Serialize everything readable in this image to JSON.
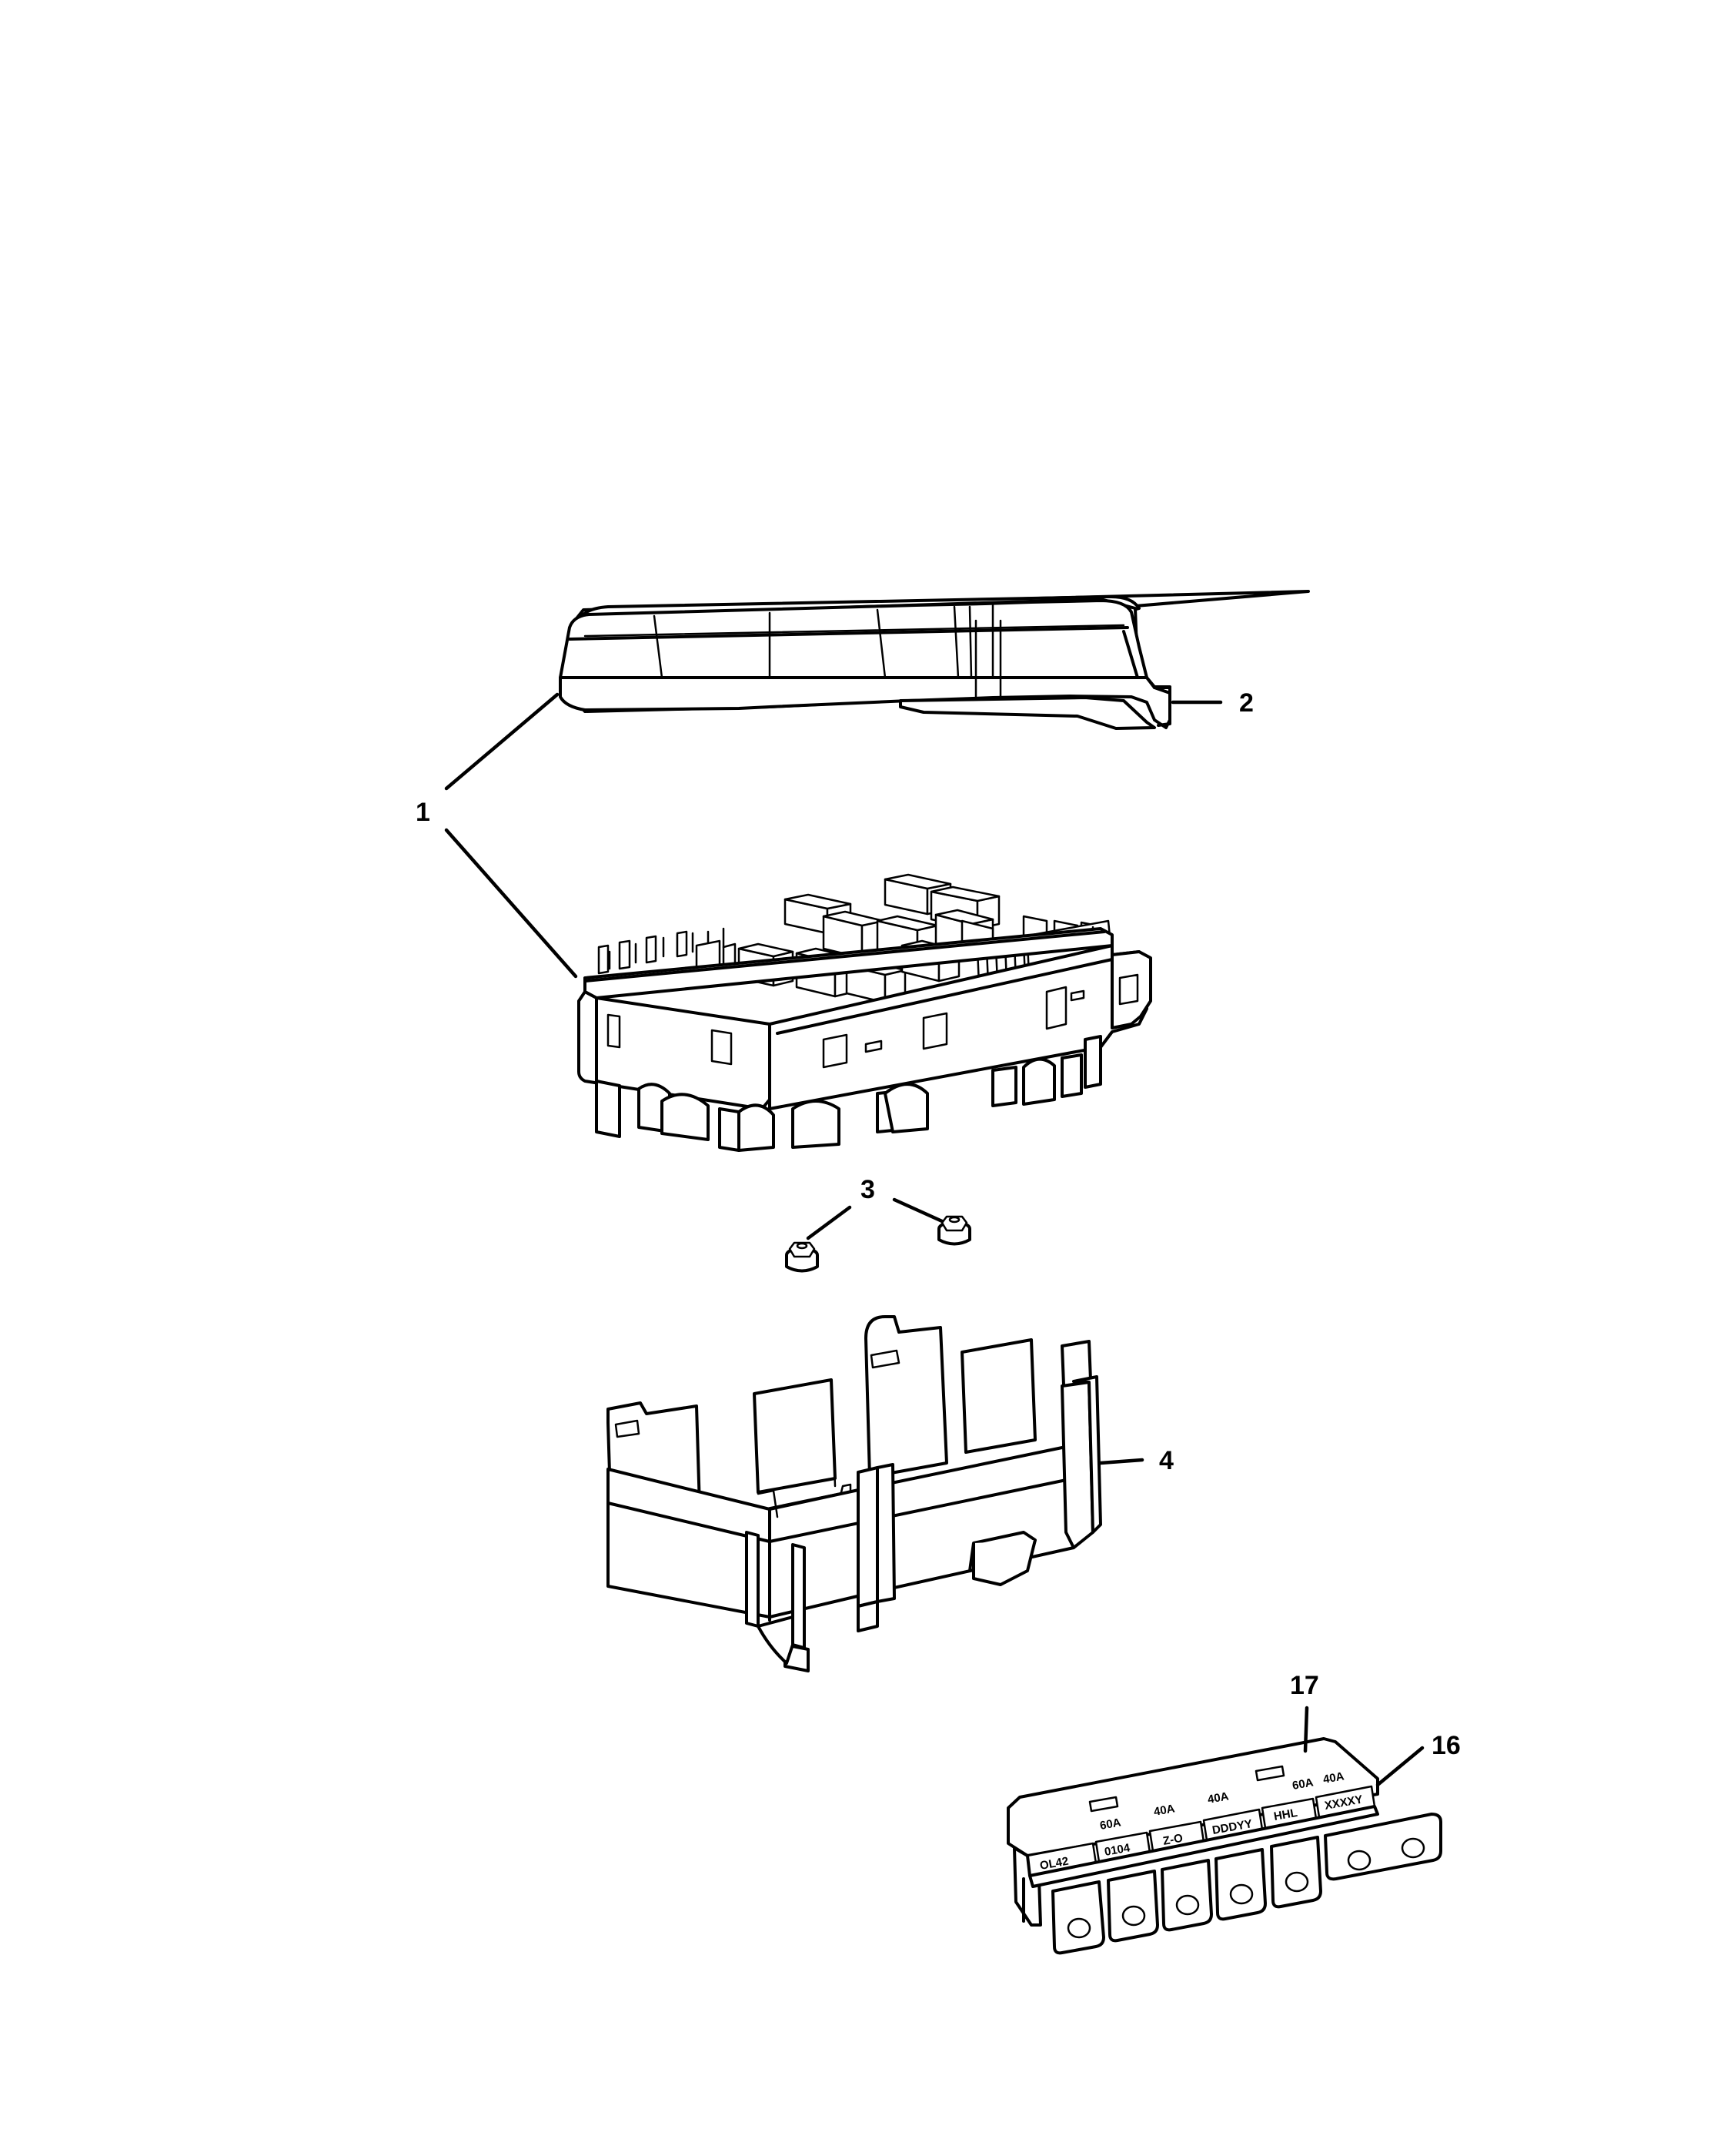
{
  "callouts": {
    "c1": "1",
    "c2": "2",
    "c3": "3",
    "c4": "4",
    "c16": "16",
    "c17": "17"
  },
  "parts": {
    "cover": "cover",
    "fuse_box": "fuse-box",
    "nuts": "nut",
    "tray": "bracket-tray",
    "fuse_strip": "fuse-strip",
    "fuse_labels": [
      "OL42",
      "0104",
      "Z-O",
      "DDDYY",
      "HHL",
      "XXXXY"
    ]
  }
}
